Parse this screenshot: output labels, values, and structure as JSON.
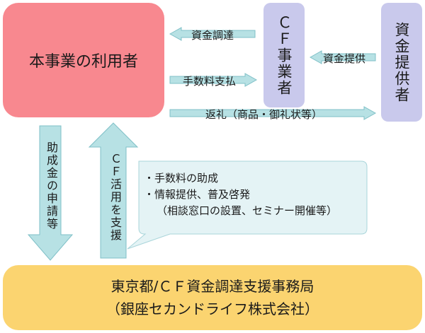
{
  "nodes": {
    "user": "本事業の利用者",
    "cf_operator": "ＣＦ事業者",
    "fund_provider": "資金提供者",
    "tokyo_line1": "東京都/ＣＦ資金調達支援事務局",
    "tokyo_line2": "（銀座セカンドライフ株式会社）"
  },
  "arrows": {
    "fund_raising": "資金調達",
    "fee_payment": "手数料支払",
    "return": "返礼（商品・御礼状等）",
    "fund_provision": "資金提供",
    "subsidy_application": "助成金の申請等",
    "cf_support": "ＣＦ活用を支援"
  },
  "callout": {
    "item1": "・手数料の助成",
    "item2": "・情報提供、普及啓発",
    "item3": "（相談窓口の設置、セミナー開催等）"
  },
  "colors": {
    "user_box": "#f8888f",
    "cf_box": "#c9c9ec",
    "provider_box": "#c9c9ec",
    "bottom_box": "#fbd470",
    "arrow_fill": "#b7e1e4",
    "arrow_stroke": "#7fc0c7",
    "callout_fill": "#e4f3f5",
    "callout_stroke": "#a9d5da"
  }
}
